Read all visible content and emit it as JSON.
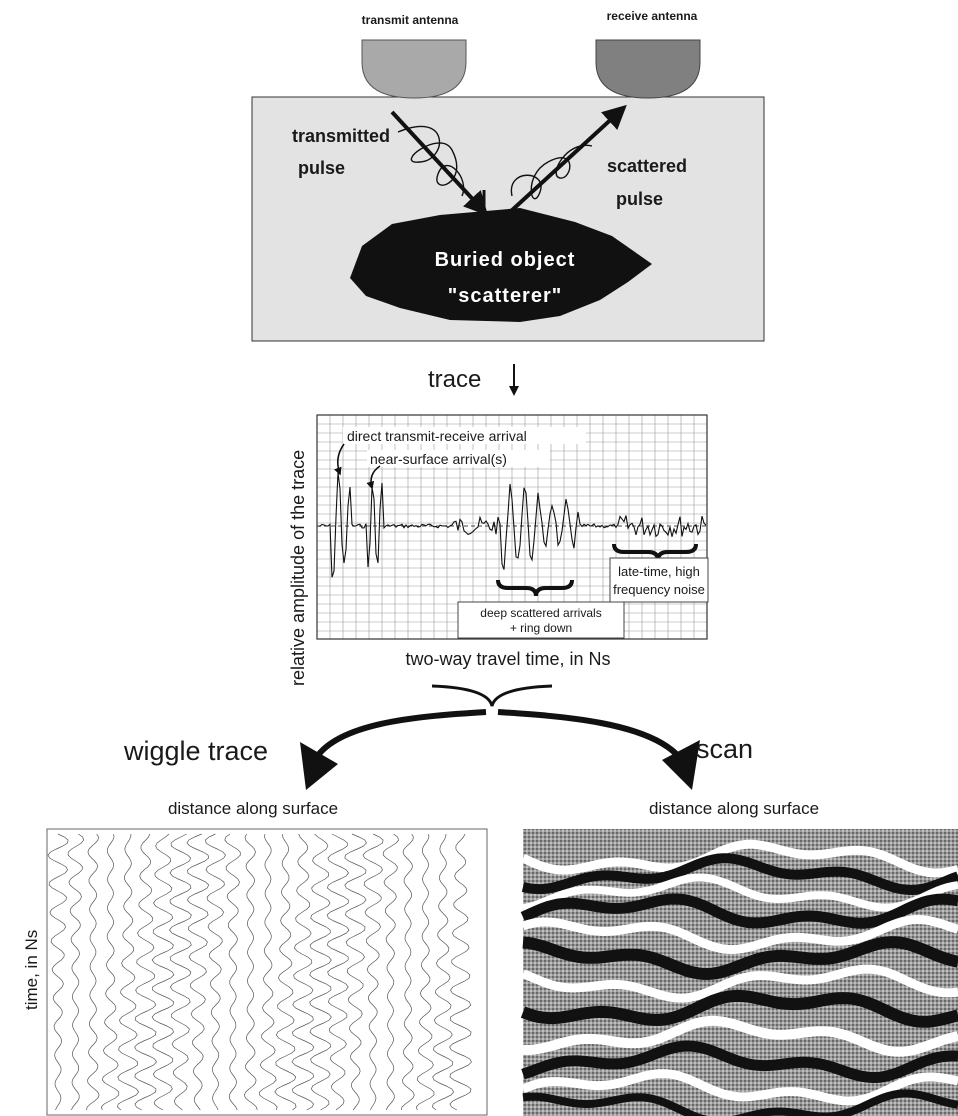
{
  "antennas": {
    "transmit_label": "transmit antenna",
    "receive_label": "receive antenna"
  },
  "ground": {
    "transmitted_line1": "transmitted",
    "transmitted_line2": "pulse",
    "scattered_line1": "scattered",
    "scattered_line2": "pulse",
    "object_line1": "Buried object",
    "object_line2": "\"scatterer\""
  },
  "trace": {
    "heading": "trace",
    "y_axis_label": "relative amplitude of the trace",
    "x_axis_label": "two-way travel time, in Ns",
    "annotations": {
      "direct": "direct transmit-receive arrival",
      "near_surface": "near-surface arrival(s)",
      "late_line1": "late-time, high",
      "late_line2": "frequency noise",
      "deep_line1": "deep scattered arrivals",
      "deep_line2": "+ ring down"
    }
  },
  "outputs": {
    "wiggle_title": "wiggle trace",
    "scan_title": "scan",
    "wiggle_x_label": "distance along surface",
    "scan_x_label": "distance along surface",
    "wiggle_y_label": "time, in Ns"
  },
  "colors": {
    "ground_fill": "#e3e3e3",
    "transmit_antenna": "#a9a9a9",
    "receive_antenna": "#808080",
    "object_fill": "#111111",
    "ink": "#1a1a1a",
    "grid": "#8c8c8c"
  }
}
